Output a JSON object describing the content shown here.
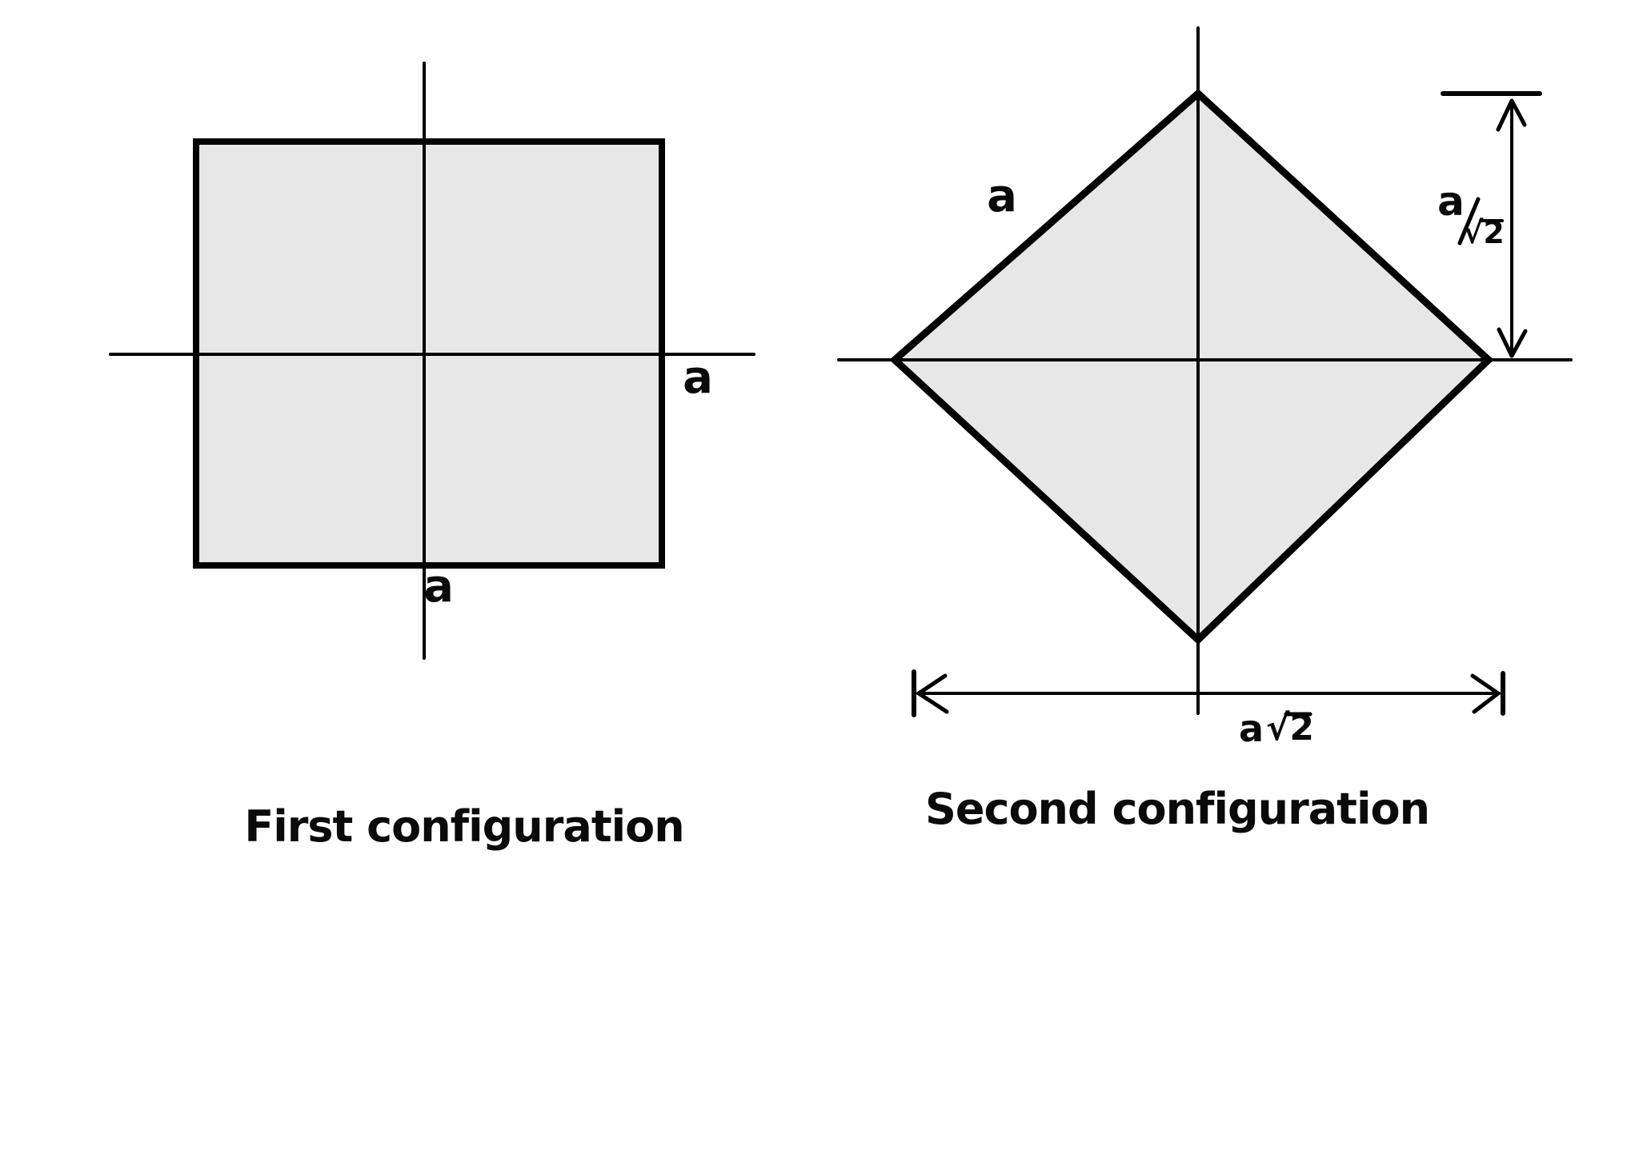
{
  "figures": {
    "first": {
      "caption": "First configuration",
      "horizontal_side_label": "a",
      "vertical_side_label": "a"
    },
    "second": {
      "caption": "Second configuration",
      "side_label": "a",
      "half_diagonal": {
        "numerator": "a",
        "denominator": "√2",
        "full": "a/√2"
      },
      "diagonal": {
        "coefficient": "a",
        "radical": "√2",
        "full": "a√2"
      }
    }
  },
  "colors": {
    "background": "#ffffff",
    "shape_fill": "#e7e7e7",
    "stroke": "#000000"
  }
}
